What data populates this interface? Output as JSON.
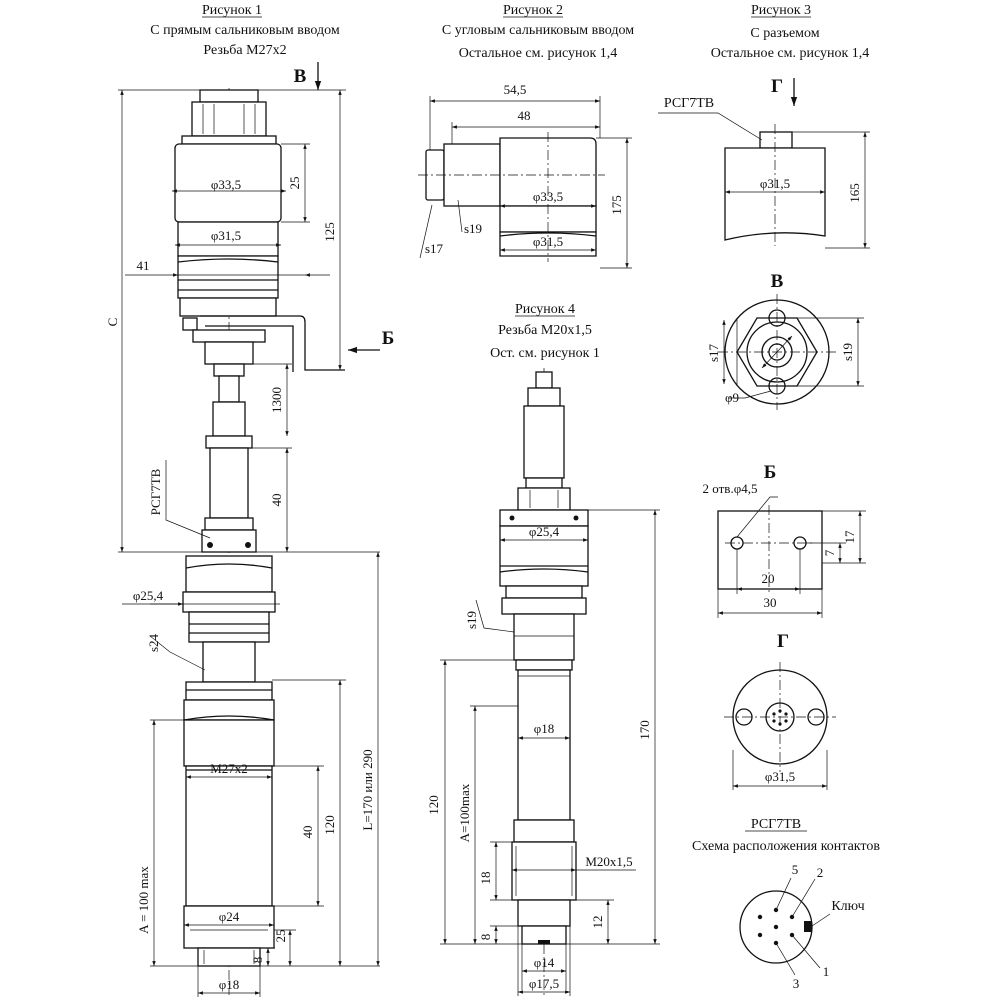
{
  "fig1": {
    "title": "Рисунок 1",
    "sub1": "С прямым сальниковым вводом",
    "sub2": "Резьба М27х2"
  },
  "fig2": {
    "title": "Рисунок 2",
    "sub1": "С угловым сальниковым вводом",
    "sub2": "Остальное см. рисунок 1,4"
  },
  "fig3": {
    "title": "Рисунок 3",
    "sub1": "С разъемом",
    "sub2": "Остальное см. рисунок 1,4"
  },
  "fig4": {
    "title": "Рисунок 4",
    "sub1": "Резьба М20х1,5",
    "sub2": "Ост. см. рисунок 1"
  },
  "views": {
    "v": "В",
    "b": "Б",
    "g": "Г"
  },
  "contacts": {
    "title": "РСГ7ТВ",
    "sub": "Схема расположения контактов",
    "key": "Ключ",
    "p1": "1",
    "p2": "2",
    "p3": "3",
    "p5": "5"
  },
  "dims": {
    "f1_d33": "φ33,5",
    "f1_25": "25",
    "f1_d31": "φ31,5",
    "f1_125": "125",
    "f1_41": "41",
    "f1_C": "C",
    "f1_1300": "1300",
    "f1_40a": "40",
    "f1_rsg": "РСГ7ТВ",
    "f1_d25": "φ25,4",
    "f1_s24": "s24",
    "f1_m27": "М27х2",
    "f1_40b": "40",
    "f1_120": "120",
    "f1_L": "L=170 или 290",
    "f1_A": "A = 100 max",
    "f1_d24": "φ24",
    "f1_25b": "25",
    "f1_8": "8",
    "f1_d18": "φ18",
    "f2_545": "54,5",
    "f2_48": "48",
    "f2_d33": "φ33,5",
    "f2_175": "175",
    "f2_s17": "s17",
    "f2_s19": "s19",
    "f2_d31": "φ31,5",
    "f3_rsg": "РСГ7ТВ",
    "f3_d31": "φ31,5",
    "f3_165": "165",
    "v_s17": "s17",
    "v_s19": "s19",
    "v_d9": "φ9",
    "b_holes": "2 отв.φ4,5",
    "b_17": "17",
    "b_7": "7",
    "b_20": "20",
    "b_30": "30",
    "g_d31": "φ31,5",
    "f4_d254": "φ25,4",
    "f4_s19": "s19",
    "f4_d18": "φ18",
    "f4_170": "170",
    "f4_120": "120",
    "f4_A": "A=100max",
    "f4_m20": "М20х1,5",
    "f4_18": "18",
    "f4_12": "12",
    "f4_8": "8",
    "f4_d14": "φ14",
    "f4_d175": "φ17,5"
  }
}
